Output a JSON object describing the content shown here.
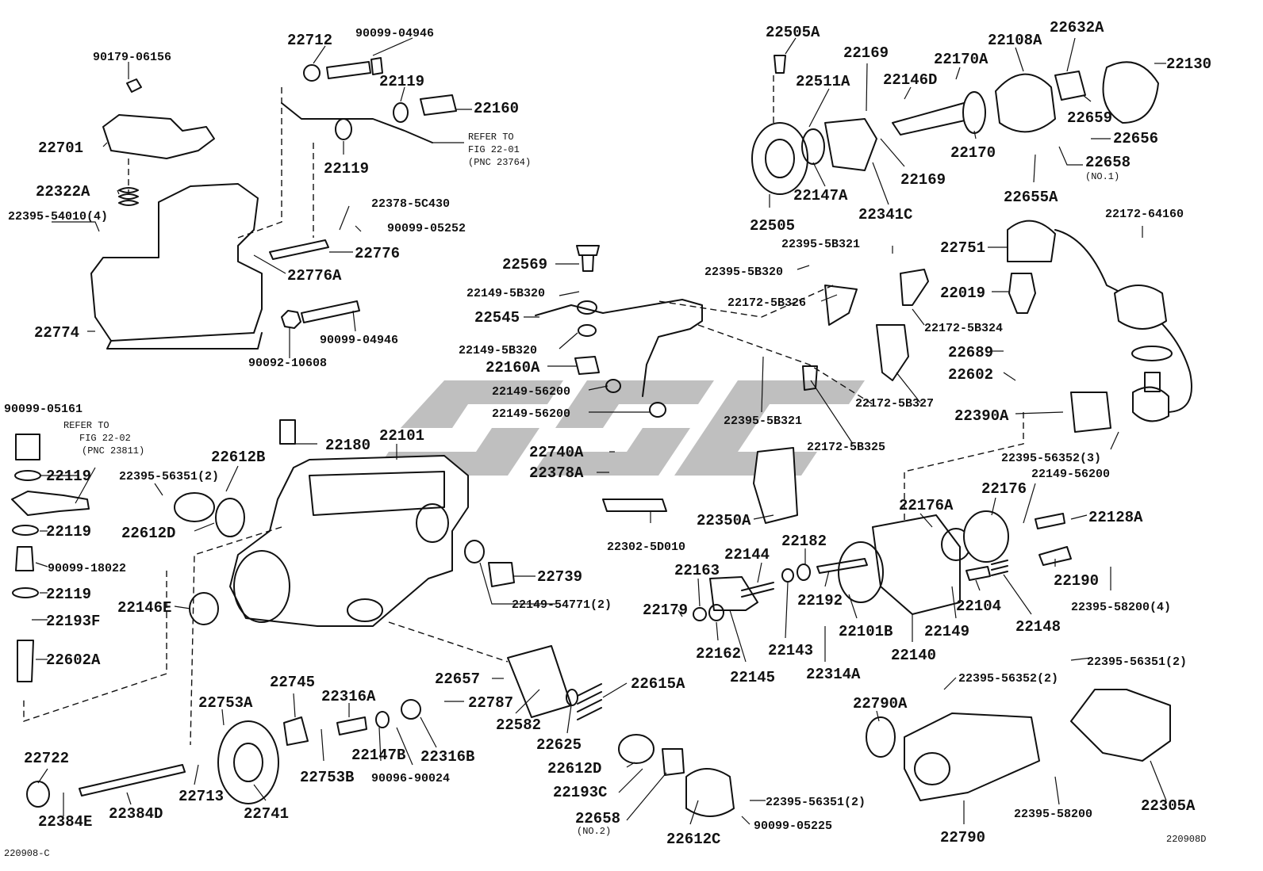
{
  "labels": {
    "p90179_06156": "90179-06156",
    "p22712": "22712",
    "p90099_04946_a": "90099-04946",
    "p22119_a": "22119",
    "p22160": "22160",
    "refer_fig_22_01_l1": "REFER TO",
    "refer_fig_22_01_l2": "FIG 22-01",
    "refer_fig_22_01_l3": "(PNC 23764)",
    "p22119_b": "22119",
    "p22701": "22701",
    "p22322A": "22322A",
    "p22395_54010": "22395-54010(4)",
    "p22378_5C430": "22378-5C430",
    "p90099_05252": "90099-05252",
    "p22776": "22776",
    "p22776A": "22776A",
    "p22774": "22774",
    "p90099_04946_b": "90099-04946",
    "p90092_10608": "90092-10608",
    "p22569": "22569",
    "p22149_5B320_a": "22149-5B320",
    "p22545": "22545",
    "p22149_5B320_b": "22149-5B320",
    "p22160A": "22160A",
    "p22149_56200_a": "22149-56200",
    "p22149_56200_b": "22149-56200",
    "p22505A": "22505A",
    "p22169_a": "22169",
    "p22511A": "22511A",
    "p22146D": "22146D",
    "p22170A": "22170A",
    "p22108A": "22108A",
    "p22632A": "22632A",
    "p22130": "22130",
    "p22659": "22659",
    "p22656": "22656",
    "p22658_a": "22658",
    "p22658_a_note": "(NO.1)",
    "p22170": "22170",
    "p22169_b": "22169",
    "p22147A": "22147A",
    "p22505": "22505",
    "p22341C": "22341C",
    "p22655A": "22655A",
    "p22172_64160": "22172-64160",
    "p22395_5B321_a": "22395-5B321",
    "p22395_5B320": "22395-5B320",
    "p22751": "22751",
    "p22172_5B326": "22172-5B326",
    "p22019": "22019",
    "p22172_5B324": "22172-5B324",
    "p22689": "22689",
    "p22602": "22602",
    "p22172_5B327": "22172-5B327",
    "p22390A": "22390A",
    "p22395_5B321_b": "22395-5B321",
    "p22172_5B325": "22172-5B325",
    "p22395_56352_a": "22395-56352(3)",
    "p22149_56200_c": "22149-56200",
    "p90099_05161": "90099-05161",
    "refer_fig_22_02_l1": "REFER TO",
    "refer_fig_22_02_l2": "FIG 22-02",
    "refer_fig_22_02_l3": "(PNC 23811)",
    "p22180": "22180",
    "p22101": "22101",
    "p22612B": "22612B",
    "p22119_c": "22119",
    "p22395_56351_a": "22395-56351(2)",
    "p22119_d": "22119",
    "p22612D_a": "22612D",
    "p90099_18022": "90099-18022",
    "p22119_e": "22119",
    "p22193F": "22193F",
    "p22602A": "22602A",
    "p22146E": "22146E",
    "p22740A": "22740A",
    "p22378A": "22378A",
    "p22350A": "22350A",
    "p22302_5D010": "22302-5D010",
    "p22176A": "22176A",
    "p22176": "22176",
    "p22128A": "22128A",
    "p22739": "22739",
    "p22149_54771": "22149-54771(2)",
    "p22144": "22144",
    "p22182": "22182",
    "p22163": "22163",
    "p22179": "22179",
    "p22192": "22192",
    "p22190": "22190",
    "p22395_58200_a": "22395-58200(4)",
    "p22104": "22104",
    "p22101B": "22101B",
    "p22149_d": "22149",
    "p22148": "22148",
    "p22162": "22162",
    "p22143": "22143",
    "p22140": "22140",
    "p22145": "22145",
    "p22314A": "22314A",
    "p22657": "22657",
    "p22615A": "22615A",
    "p22745": "22745",
    "p22753A": "22753A",
    "p22316A": "22316A",
    "p22787": "22787",
    "p22582": "22582",
    "p22395_56351_b": "22395-56351(2)",
    "p22395_56352_b": "22395-56352(2)",
    "p22790A": "22790A",
    "p22625": "22625",
    "p22722": "22722",
    "p22147B": "22147B",
    "p22316B": "22316B",
    "p22753B": "22753B",
    "p22713": "22713",
    "p22612D_b": "22612D",
    "p90096_90024": "90096-90024",
    "p22193C": "22193C",
    "p22741": "22741",
    "p22384D": "22384D",
    "p22384E": "22384E",
    "p22658_b": "22658",
    "p22658_b_note": "(NO.2)",
    "p22395_56351_c": "22395-56351(2)",
    "p22395_58200_b": "22395-58200",
    "p22305A": "22305A",
    "p90099_05225": "90099-05225",
    "p22612C": "22612C",
    "p22790": "22790",
    "code_left": "220908-C",
    "code_right": "220908D"
  },
  "colors": {
    "line": "#111111",
    "watermark": "#8a8a8a",
    "background": "#ffffff"
  },
  "icons": {
    "watermark": "logo-watermark"
  }
}
